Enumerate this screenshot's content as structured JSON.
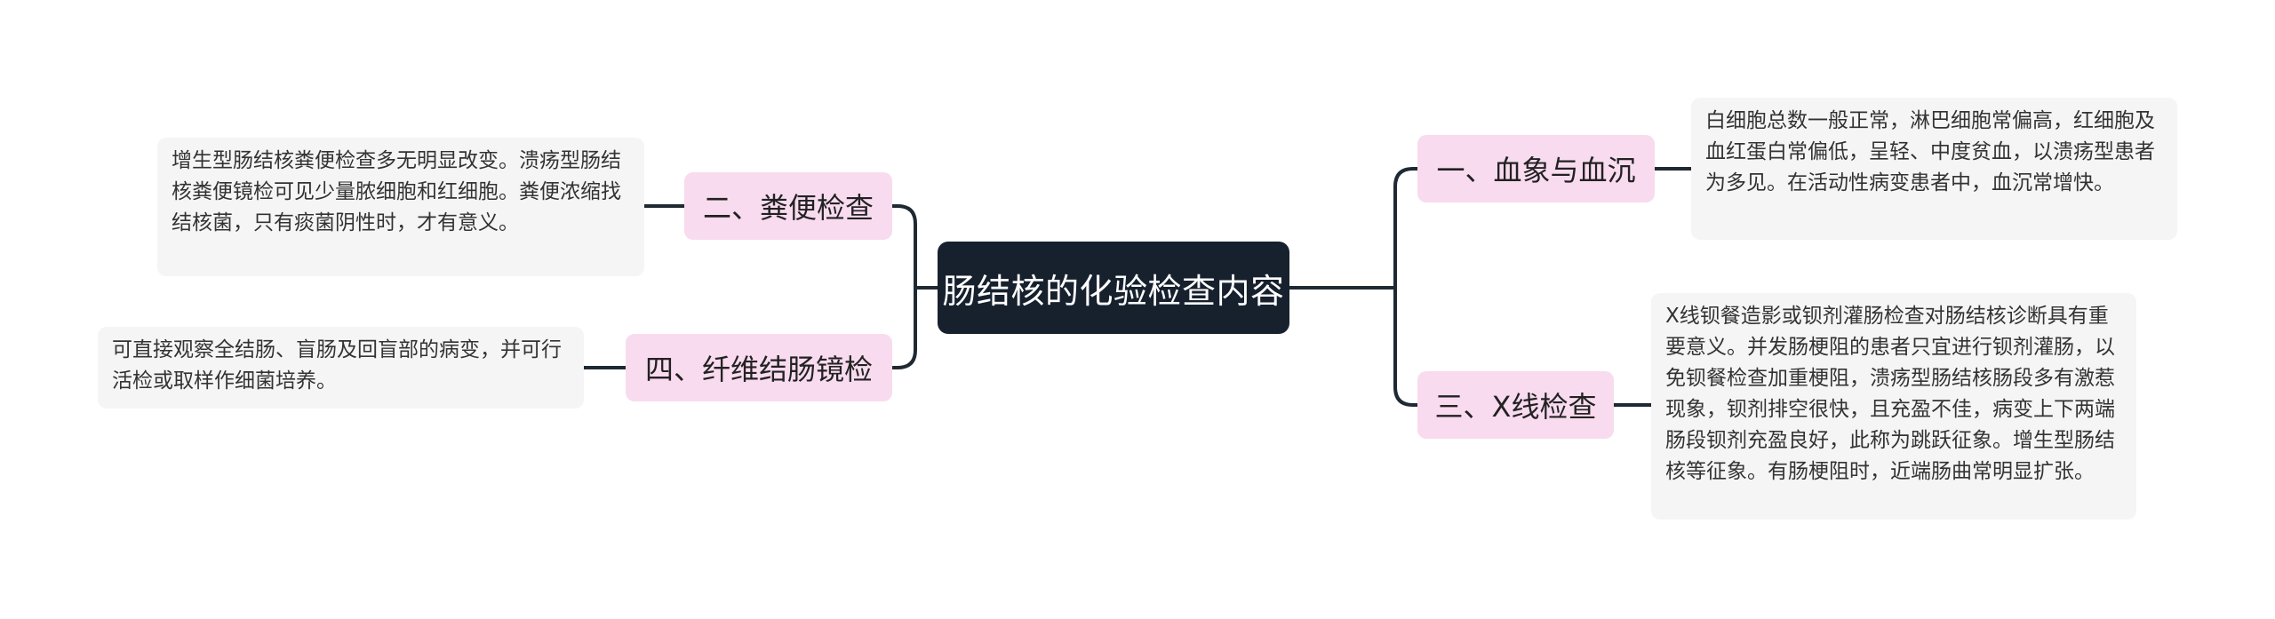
{
  "root": {
    "title": "肠结核的化验检查内容"
  },
  "branches": [
    {
      "label": "一、血象与血沉",
      "detail": "白细胞总数一般正常，淋巴细胞常偏高，红细胞及血红蛋白常偏低，呈轻、中度贫血，以溃疡型患者为多见。在活动性病变患者中，血沉常增快。"
    },
    {
      "label": "二、粪便检查",
      "detail": "增生型肠结核粪便检查多无明显改变。溃疡型肠结核粪便镜检可见少量脓细胞和红细胞。粪便浓缩找结核菌，只有痰菌阴性时，才有意义。"
    },
    {
      "label": "三、X线检查",
      "detail": "X线钡餐造影或钡剂灌肠检查对肠结核诊断具有重要意义。并发肠梗阻的患者只宜进行钡剂灌肠，以免钡餐检查加重梗阻，溃疡型肠结核肠段多有激惹现象，钡剂排空很快，且充盈不佳，病变上下两端肠段钡剂充盈良好，此称为跳跃征象。增生型肠结核等征象。有肠梗阻时，近端肠曲常明显扩张。"
    },
    {
      "label": "四、纤维结肠镜检",
      "detail": "可直接观察全结肠、盲肠及回盲部的病变，并可行活检或取样作细菌培养。"
    }
  ]
}
